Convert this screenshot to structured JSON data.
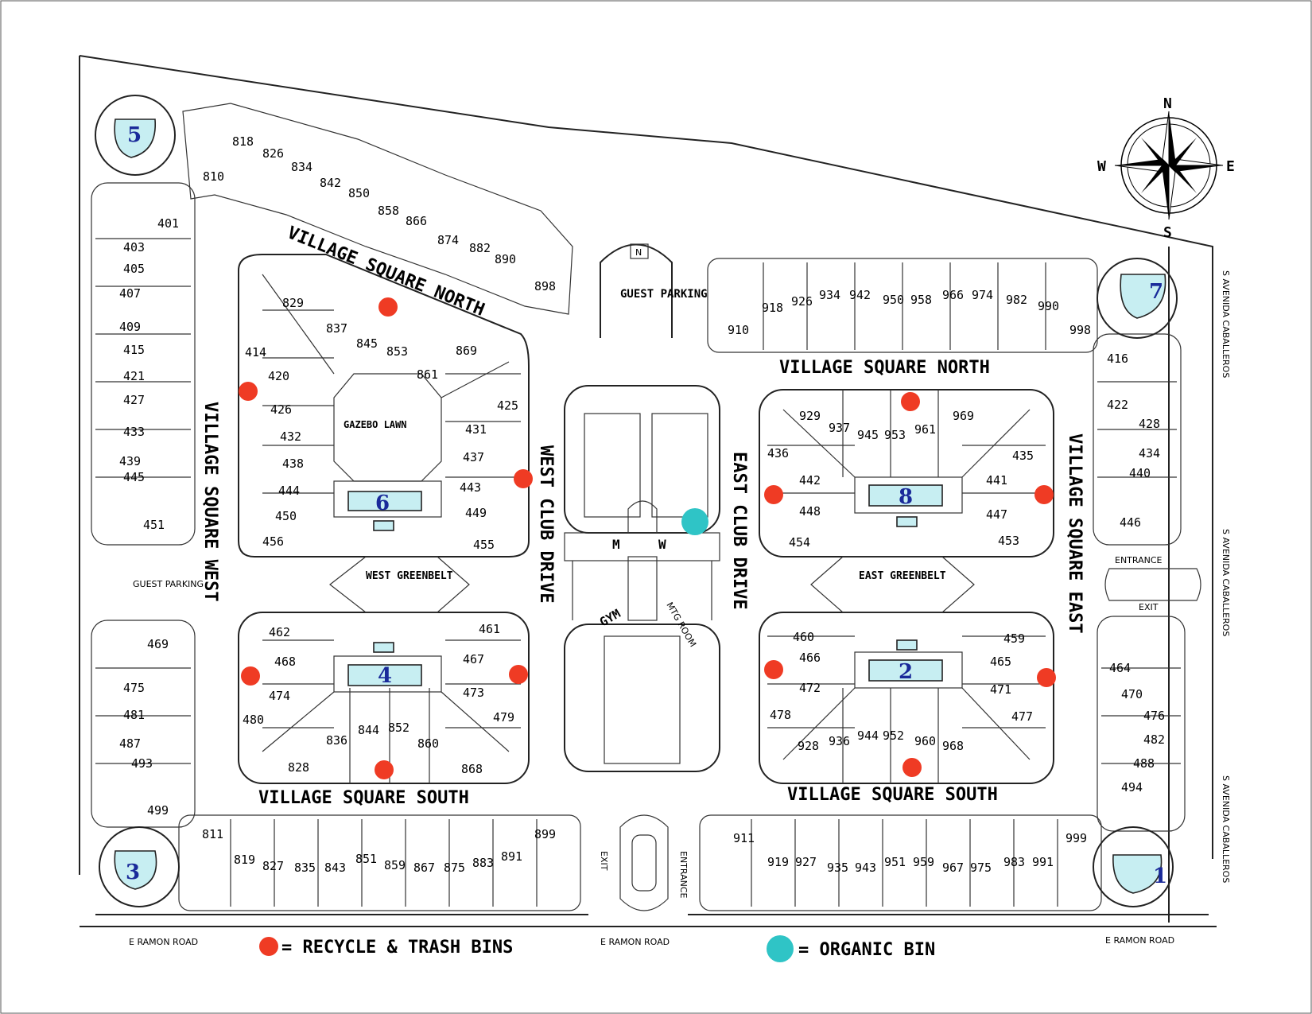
{
  "streets": {
    "vsn_diagonal": "VILLAGE SQUARE NORTH",
    "vsn_east": "VILLAGE SQUARE NORTH",
    "vs_west": "VILLAGE SQUARE WEST",
    "vs_east": "VILLAGE SQUARE EAST",
    "vss_west": "VILLAGE SQUARE SOUTH",
    "vss_east": "VILLAGE SQUARE SOUTH",
    "west_club": "WEST CLUB DRIVE",
    "east_club": "EAST CLUB DRIVE",
    "avenida_1": "S AVENIDA CABALLEROS",
    "avenida_2": "S AVENIDA CABALLEROS",
    "avenida_3": "S AVENIDA CABALLEROS",
    "ramon_1": "E RAMON ROAD",
    "ramon_2": "E RAMON ROAD",
    "ramon_3": "E RAMON ROAD"
  },
  "places": {
    "guest_parking_top": "GUEST PARKING",
    "guest_parking_left": "GUEST PARKING",
    "gazebo_lawn": "GAZEBO LAWN",
    "west_greenbelt": "WEST GREENBELT",
    "east_greenbelt": "EAST GREENBELT",
    "gym": "GYM",
    "mtg_room": "MTG ROOM",
    "men": "M",
    "women": "W",
    "entrance_east": "ENTRANCE",
    "exit_east": "EXIT",
    "entrance_south": "ENTRANCE",
    "exit_south": "EXIT",
    "north_marker": "N"
  },
  "compass": {
    "n": "N",
    "s": "S",
    "e": "E",
    "w": "W"
  },
  "pools": {
    "p1": "1",
    "p2": "2",
    "p3": "3",
    "p4": "4",
    "p5": "5",
    "p6": "6",
    "p7": "7",
    "p8": "8"
  },
  "units": {
    "u818": "818",
    "u826": "826",
    "u834": "834",
    "u810": "810",
    "u842": "842",
    "u850": "850",
    "u858": "858",
    "u866": "866",
    "u874": "874",
    "u882": "882",
    "u890": "890",
    "u898": "898",
    "u401": "401",
    "u403": "403",
    "u405": "405",
    "u407": "407",
    "u409": "409",
    "u415": "415",
    "u421": "421",
    "u427": "427",
    "u433": "433",
    "u439": "439",
    "u445": "445",
    "u451": "451",
    "u469": "469",
    "u475": "475",
    "u481": "481",
    "u487": "487",
    "u493": "493",
    "u499": "499",
    "u829": "829",
    "u837": "837",
    "u845": "845",
    "u853": "853",
    "u861": "861",
    "u869": "869",
    "u414": "414",
    "u420": "420",
    "u426": "426",
    "u432": "432",
    "u438": "438",
    "u444": "444",
    "u450": "450",
    "u456": "456",
    "u425": "425",
    "u431": "431",
    "u437": "437",
    "u443": "443",
    "u449": "449",
    "u455": "455",
    "u462": "462",
    "u468": "468",
    "u474": "474",
    "u480": "480",
    "u461": "461",
    "u467": "467",
    "u473": "473",
    "u479": "479",
    "u828": "828",
    "u836": "836",
    "u844": "844",
    "u852": "852",
    "u860": "860",
    "u868": "868",
    "u910": "910",
    "u918": "918",
    "u926": "926",
    "u934": "934",
    "u942": "942",
    "u950": "950",
    "u958": "958",
    "u966": "966",
    "u974": "974",
    "u982": "982",
    "u990": "990",
    "u998": "998",
    "u416": "416",
    "u422": "422",
    "u428": "428",
    "u434": "434",
    "u440": "440",
    "u446": "446",
    "u464": "464",
    "u470": "470",
    "u476": "476",
    "u482": "482",
    "u488": "488",
    "u494": "494",
    "u929": "929",
    "u937": "937",
    "u945": "945",
    "u953": "953",
    "u961": "961",
    "u969": "969",
    "u436": "436",
    "u442": "442",
    "u448": "448",
    "u454": "454",
    "u435": "435",
    "u441": "441",
    "u447": "447",
    "u453": "453",
    "u460": "460",
    "u466": "466",
    "u472": "472",
    "u478": "478",
    "u459": "459",
    "u465": "465",
    "u471": "471",
    "u477": "477",
    "u928": "928",
    "u936": "936",
    "u944": "944",
    "u952": "952",
    "u960": "960",
    "u968": "968",
    "u811": "811",
    "u819": "819",
    "u827": "827",
    "u835": "835",
    "u843": "843",
    "u851": "851",
    "u859": "859",
    "u867": "867",
    "u875": "875",
    "u883": "883",
    "u891": "891",
    "u899": "899",
    "u911": "911",
    "u919": "919",
    "u927": "927",
    "u935": "935",
    "u943": "943",
    "u951": "951",
    "u959": "959",
    "u967": "967",
    "u975": "975",
    "u983": "983",
    "u991": "991",
    "u999": "999"
  },
  "legend": {
    "recycle": "= RECYCLE & TRASH BINS",
    "organic": "= ORGANIC BIN"
  },
  "colors": {
    "recycle_bin": "#ef3b24",
    "organic_bin": "#2fc4c6",
    "pool": "#c7eef2",
    "pool_number": "#1a2a9a"
  }
}
